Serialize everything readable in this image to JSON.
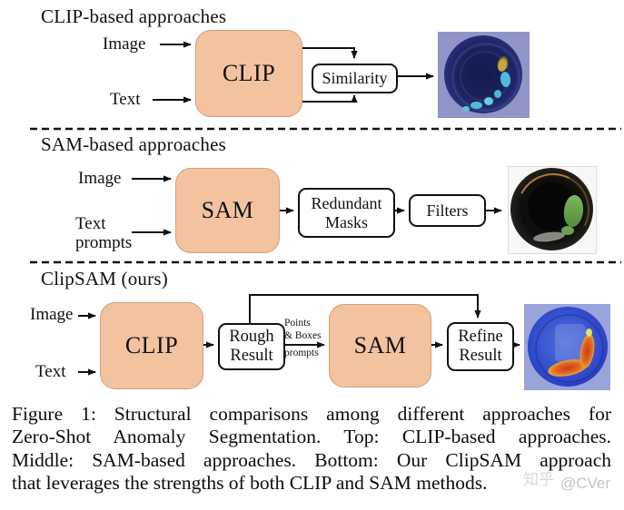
{
  "colors": {
    "model_box_fill": "#f3c3a0",
    "model_box_border": "#d3a076",
    "proc_box_border": "#111111",
    "background": "#ffffff",
    "heatmap_bg_row1": "#9095c8",
    "heatmap_bg_row3": "#9aa3da",
    "watermark_gray": "#c3c4c8"
  },
  "row1": {
    "heading": "CLIP-based approaches",
    "input_image_label": "Image",
    "input_text_label": "Text",
    "model_label": "CLIP",
    "similarity_label": "Similarity",
    "output_image": "bottle-cap-anomaly-heatmap-blue"
  },
  "row2": {
    "heading": "SAM-based approaches",
    "input_image_label": "Image",
    "input_text_line1": "Text",
    "input_text_line2": "prompts",
    "model_label": "SAM",
    "masks_line1": "Redundant",
    "masks_line2": "Masks",
    "filters_label": "Filters",
    "output_image": "bottle-cap-photo-green-defect-mask"
  },
  "row3": {
    "heading": "ClipSAM (ours)",
    "input_image_label": "Image",
    "input_text_label": "Text",
    "clip_label": "CLIP",
    "rough_line1": "Rough",
    "rough_line2": "Result",
    "prompt_line1": "Points",
    "prompt_line2": "& Boxes",
    "prompt_line3": "prompts",
    "sam_label": "SAM",
    "refine_line1": "Refine",
    "refine_line2": "Result",
    "output_image": "bottle-cap-refined-anomaly-heatmap"
  },
  "caption": {
    "line1": "Figure 1: Structural comparisons among different approaches for",
    "line2": "Zero-Shot Anomaly Segmentation. Top: CLIP-based approaches.",
    "line3": "Middle: SAM-based approaches. Bottom: Our ClipSAM approach",
    "line4": "that leverages the strengths of both CLIP and SAM methods."
  },
  "watermark": {
    "site": "知乎",
    "handle": "@CVer"
  }
}
